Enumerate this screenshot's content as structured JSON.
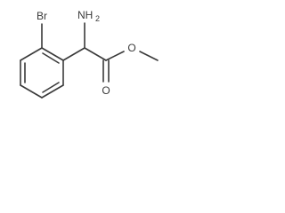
{
  "molecule": {
    "atoms": {
      "bromine": "Br",
      "amine_n": "NH",
      "amine_h_count": "2",
      "carbonyl_o": "O",
      "ester_o": "O"
    },
    "bond_color": "#3a3a3a",
    "text_color": "#3a3a3a"
  }
}
